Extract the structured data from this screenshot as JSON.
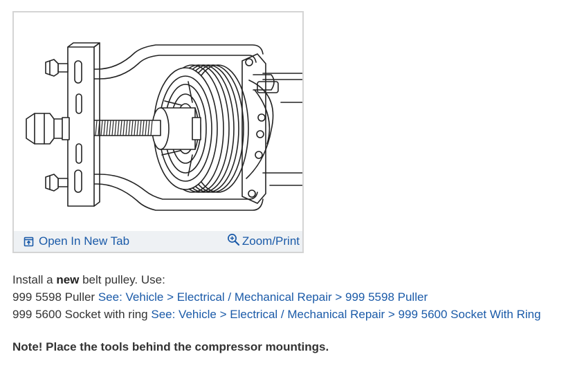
{
  "figure": {
    "toolbar": {
      "open_label": "Open In New Tab",
      "zoom_label": "Zoom/Print",
      "open_icon": "open-new-tab-icon",
      "zoom_icon": "zoom-in-icon",
      "link_color": "#1a5aa8",
      "toolbar_bg": "#eef1f4"
    }
  },
  "content": {
    "intro_prefix": "Install a ",
    "intro_bold": "new",
    "intro_suffix": " belt pulley. Use:",
    "tools": [
      {
        "part": "999 5598 Puller ",
        "link": "See: Vehicle > Electrical / Mechanical Repair > 999 5598 Puller"
      },
      {
        "part": "999 5600 Socket with ring ",
        "link": "See: Vehicle > Electrical / Mechanical Repair > 999 5600 Socket With Ring"
      }
    ],
    "note": "Note! Place the tools behind the compressor mountings."
  }
}
